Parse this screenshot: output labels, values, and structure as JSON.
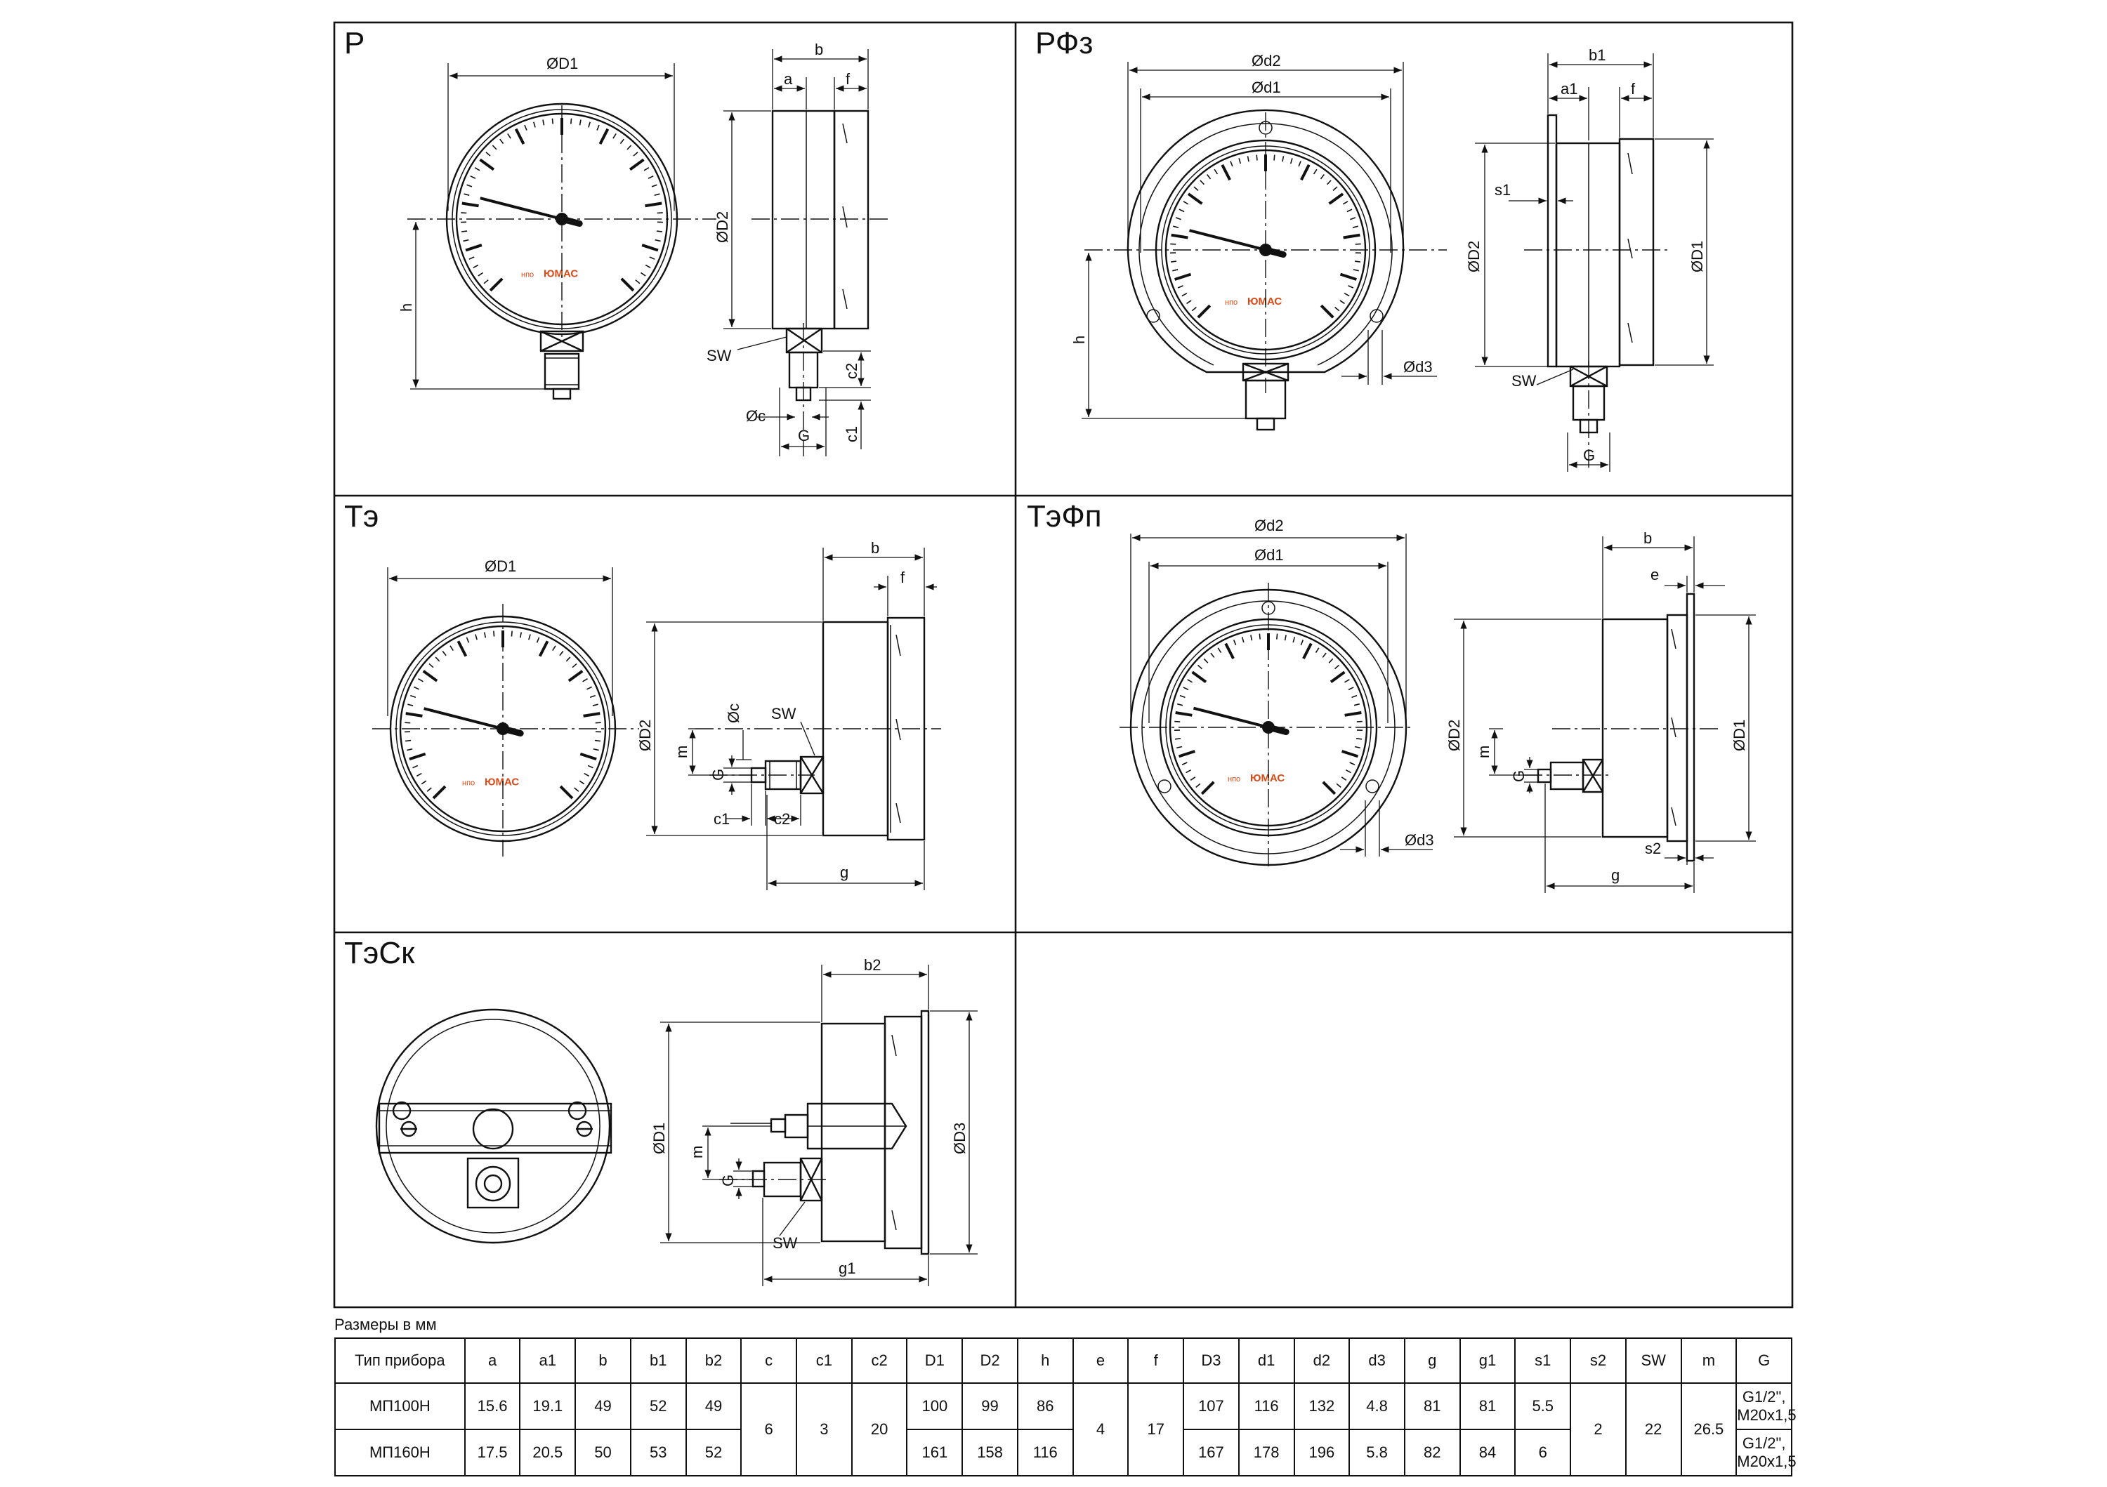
{
  "sections": [
    {
      "title": "Р"
    },
    {
      "title": "РФз"
    },
    {
      "title": "Тэ"
    },
    {
      "title": "ТэФп"
    },
    {
      "title": "ТэСк"
    }
  ],
  "logo_text": "ЮМАС",
  "logo_prefix": "нпо",
  "dimension_labels": {
    "p": [
      "ØD1",
      "b",
      "a",
      "f",
      "ØD2",
      "h",
      "SW",
      "Øc",
      "G",
      "c2",
      "c1"
    ],
    "rfz": [
      "Ød2",
      "Ød1",
      "b1",
      "a1",
      "f",
      "s1",
      "ØD2",
      "ØD1",
      "h",
      "Ød3",
      "SW",
      "G"
    ],
    "te": [
      "ØD1",
      "b",
      "f",
      "ØD2",
      "Øc",
      "SW",
      "m",
      "G",
      "c1",
      "c2",
      "g"
    ],
    "tefp": [
      "Ød2",
      "Ød1",
      "b",
      "e",
      "ØD2",
      "ØD1",
      "m",
      "G",
      "Ød3",
      "s2",
      "g"
    ],
    "tesk": [
      "b2",
      "ØD1",
      "ØD3",
      "m",
      "G",
      "SW",
      "g1"
    ]
  },
  "table_caption": "Размеры в мм",
  "table": {
    "headers": [
      "Тип прибора",
      "a",
      "a1",
      "b",
      "b1",
      "b2",
      "c",
      "c1",
      "c2",
      "D1",
      "D2",
      "h",
      "e",
      "f",
      "D3",
      "d1",
      "d2",
      "d3",
      "g",
      "g1",
      "s1",
      "s2",
      "SW",
      "m",
      "G"
    ],
    "rows": [
      {
        "type": "МП100Н",
        "a": "15.6",
        "a1": "19.1",
        "b": "49",
        "b1": "52",
        "b2": "49",
        "D1": "100",
        "D2": "99",
        "h": "86",
        "D3": "107",
        "d1": "116",
        "d2": "132",
        "d3": "4.8",
        "g": "81",
        "g1": "81",
        "s1": "5.5",
        "G": "G1/2\", M20x1,5"
      },
      {
        "type": "МП160Н",
        "a": "17.5",
        "a1": "20.5",
        "b": "50",
        "b1": "53",
        "b2": "52",
        "D1": "161",
        "D2": "158",
        "h": "116",
        "D3": "167",
        "d1": "178",
        "d2": "196",
        "d3": "5.8",
        "g": "82",
        "g1": "84",
        "s1": "6",
        "G": "G1/2\", M20x1,5"
      }
    ],
    "shared": {
      "c": "6",
      "c1": "3",
      "c2": "20",
      "e": "4",
      "f": "17",
      "s2": "2",
      "SW": "22",
      "m": "26.5"
    }
  }
}
